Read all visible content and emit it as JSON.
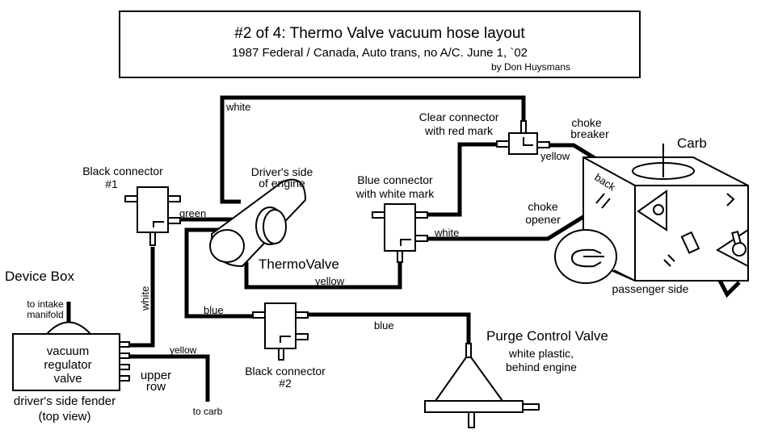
{
  "title_box": {
    "title": "#2 of 4:  Thermo Valve vacuum hose layout",
    "subtitle": "1987 Federal / Canada, Auto trans, no A/C.   June 1, `02",
    "author": "by Don Huysmans"
  },
  "components": {
    "device_box": {
      "heading": "Device Box",
      "line1": "vacuum",
      "line2": "regulator",
      "line3": "valve",
      "caption1": "driver's side fender",
      "caption2": "(top view)",
      "intake1": "to intake",
      "intake2": "manifold",
      "upper1": "upper",
      "upper2": "row",
      "to_carb": "to carb"
    },
    "black_connector_1": {
      "line1": "Black connector",
      "line2": "#1"
    },
    "black_connector_2": {
      "line1": "Black connector",
      "line2": "#2"
    },
    "thermo_valve": {
      "label": "ThermoValve",
      "engine1": "Driver's side",
      "engine2": "of engine"
    },
    "blue_connector": {
      "line1": "Blue connector",
      "line2": "with white mark"
    },
    "clear_connector": {
      "line1": "Clear connector",
      "line2": "with red mark"
    },
    "choke_breaker": {
      "line1": "choke",
      "line2": "breaker"
    },
    "choke_opener": {
      "line1": "choke",
      "line2": "opener"
    },
    "carb": {
      "label": "Carb",
      "back": "back",
      "passenger": "passenger side"
    },
    "purge_valve": {
      "line1": "Purge Control Valve",
      "line2": "white plastic,",
      "line3": "behind engine"
    }
  },
  "hoses": {
    "white_top": "white",
    "green": "green",
    "white_vertical": "white",
    "blue_left": "blue",
    "blue_right": "blue",
    "yellow_thermo": "yellow",
    "white_choke": "white",
    "yellow_breaker": "yellow",
    "yellow_carb": "yellow"
  }
}
